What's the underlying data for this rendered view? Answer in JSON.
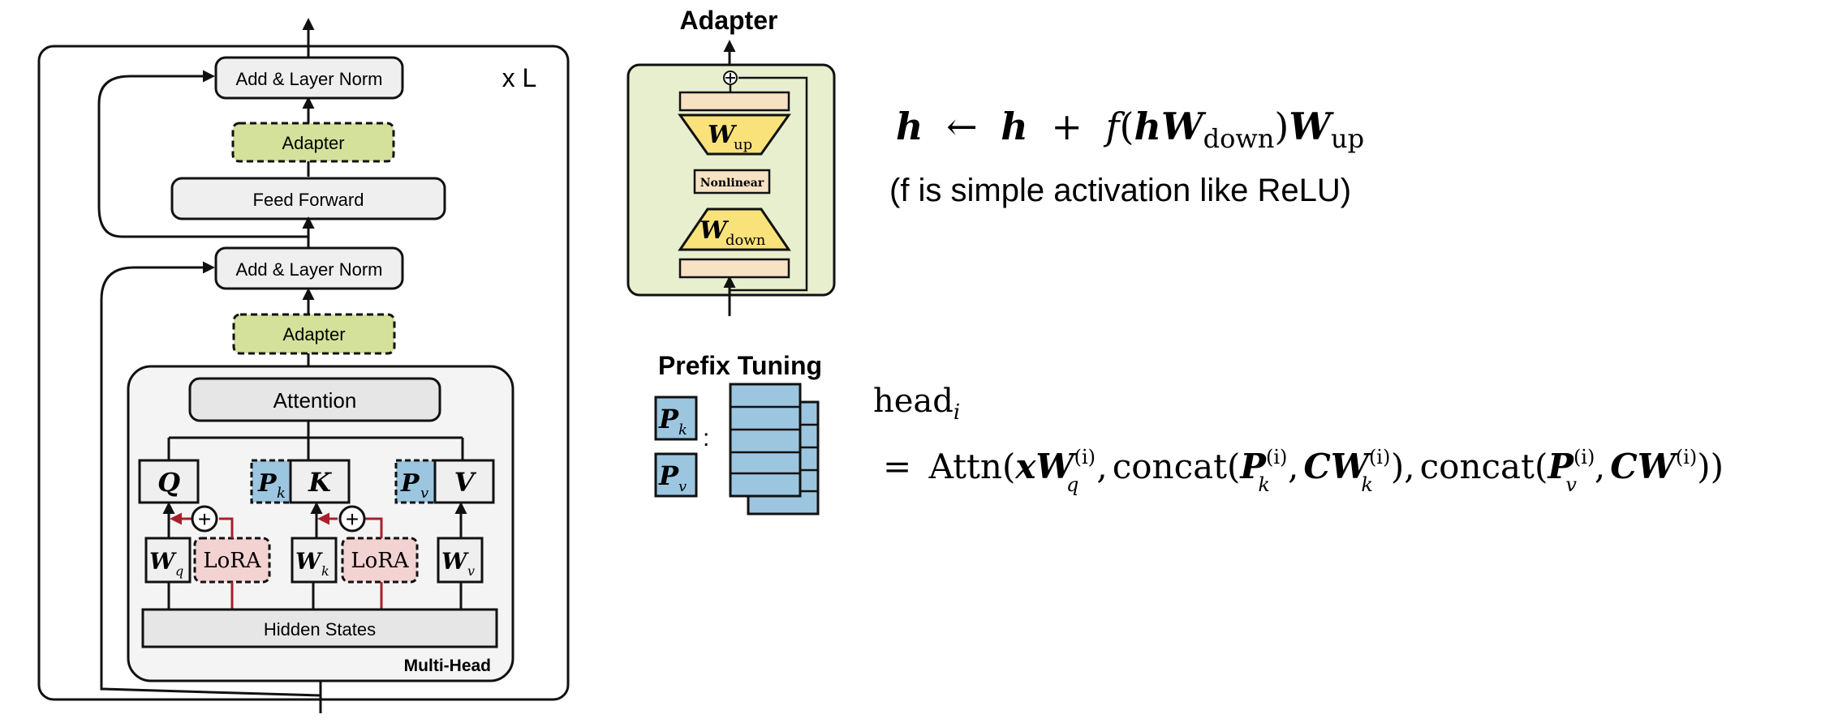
{
  "transformer": {
    "repeat_label": "x L",
    "add_norm_top": "Add & Layer Norm",
    "adapter_top": "Adapter",
    "feed_forward": "Feed Forward",
    "add_norm_bottom": "Add & Layer Norm",
    "adapter_bottom": "Adapter",
    "attention": "Attention",
    "q": "Q",
    "k": "K",
    "v": "V",
    "pk": {
      "base": "P",
      "sub": "k"
    },
    "pv": {
      "base": "P",
      "sub": "v"
    },
    "wq": {
      "base": "W",
      "sub": "q"
    },
    "wk": {
      "base": "W",
      "sub": "k"
    },
    "wv": {
      "base": "W",
      "sub": "v"
    },
    "lora": "LoRA",
    "plus": "+",
    "hidden_states": "Hidden States",
    "multi_head": "Multi-Head"
  },
  "adapter_module": {
    "title": "Adapter",
    "w_up": {
      "base": "W",
      "sub": "up"
    },
    "nonlinear": "Nonlinear",
    "w_down": {
      "base": "W",
      "sub": "down"
    }
  },
  "adapter_equation": {
    "h": "h",
    "arrow": "←",
    "plus": "+",
    "f": "f",
    "w_down_sub": "down",
    "w_up_sub": "up",
    "note": "(f is simple activation like ReLU)"
  },
  "prefix_tuning": {
    "title": "Prefix Tuning",
    "pk": {
      "base": "P",
      "sub": "k"
    },
    "pv": {
      "base": "P",
      "sub": "v"
    },
    "colon": ":"
  },
  "prefix_equation": {
    "head": "head",
    "head_sub": "i",
    "eq": "=",
    "attn": "Attn",
    "concat": "concat",
    "sup": "(i)",
    "q_sub": "q",
    "k_sub": "k",
    "v_sub": "v"
  },
  "colors": {
    "adapter_green": "#d4e19a",
    "adapter_module_bg": "#e8efce",
    "prefix_blue": "#9cc6e0",
    "lora_pink": "#f3d2d2",
    "lora_arrow": "#a8202a",
    "trapezoid_yellow": "#f9e27a",
    "bar_peach": "#f7e3c4",
    "box_gray": "#efefef",
    "multihead_bg": "#f4f4f4"
  }
}
